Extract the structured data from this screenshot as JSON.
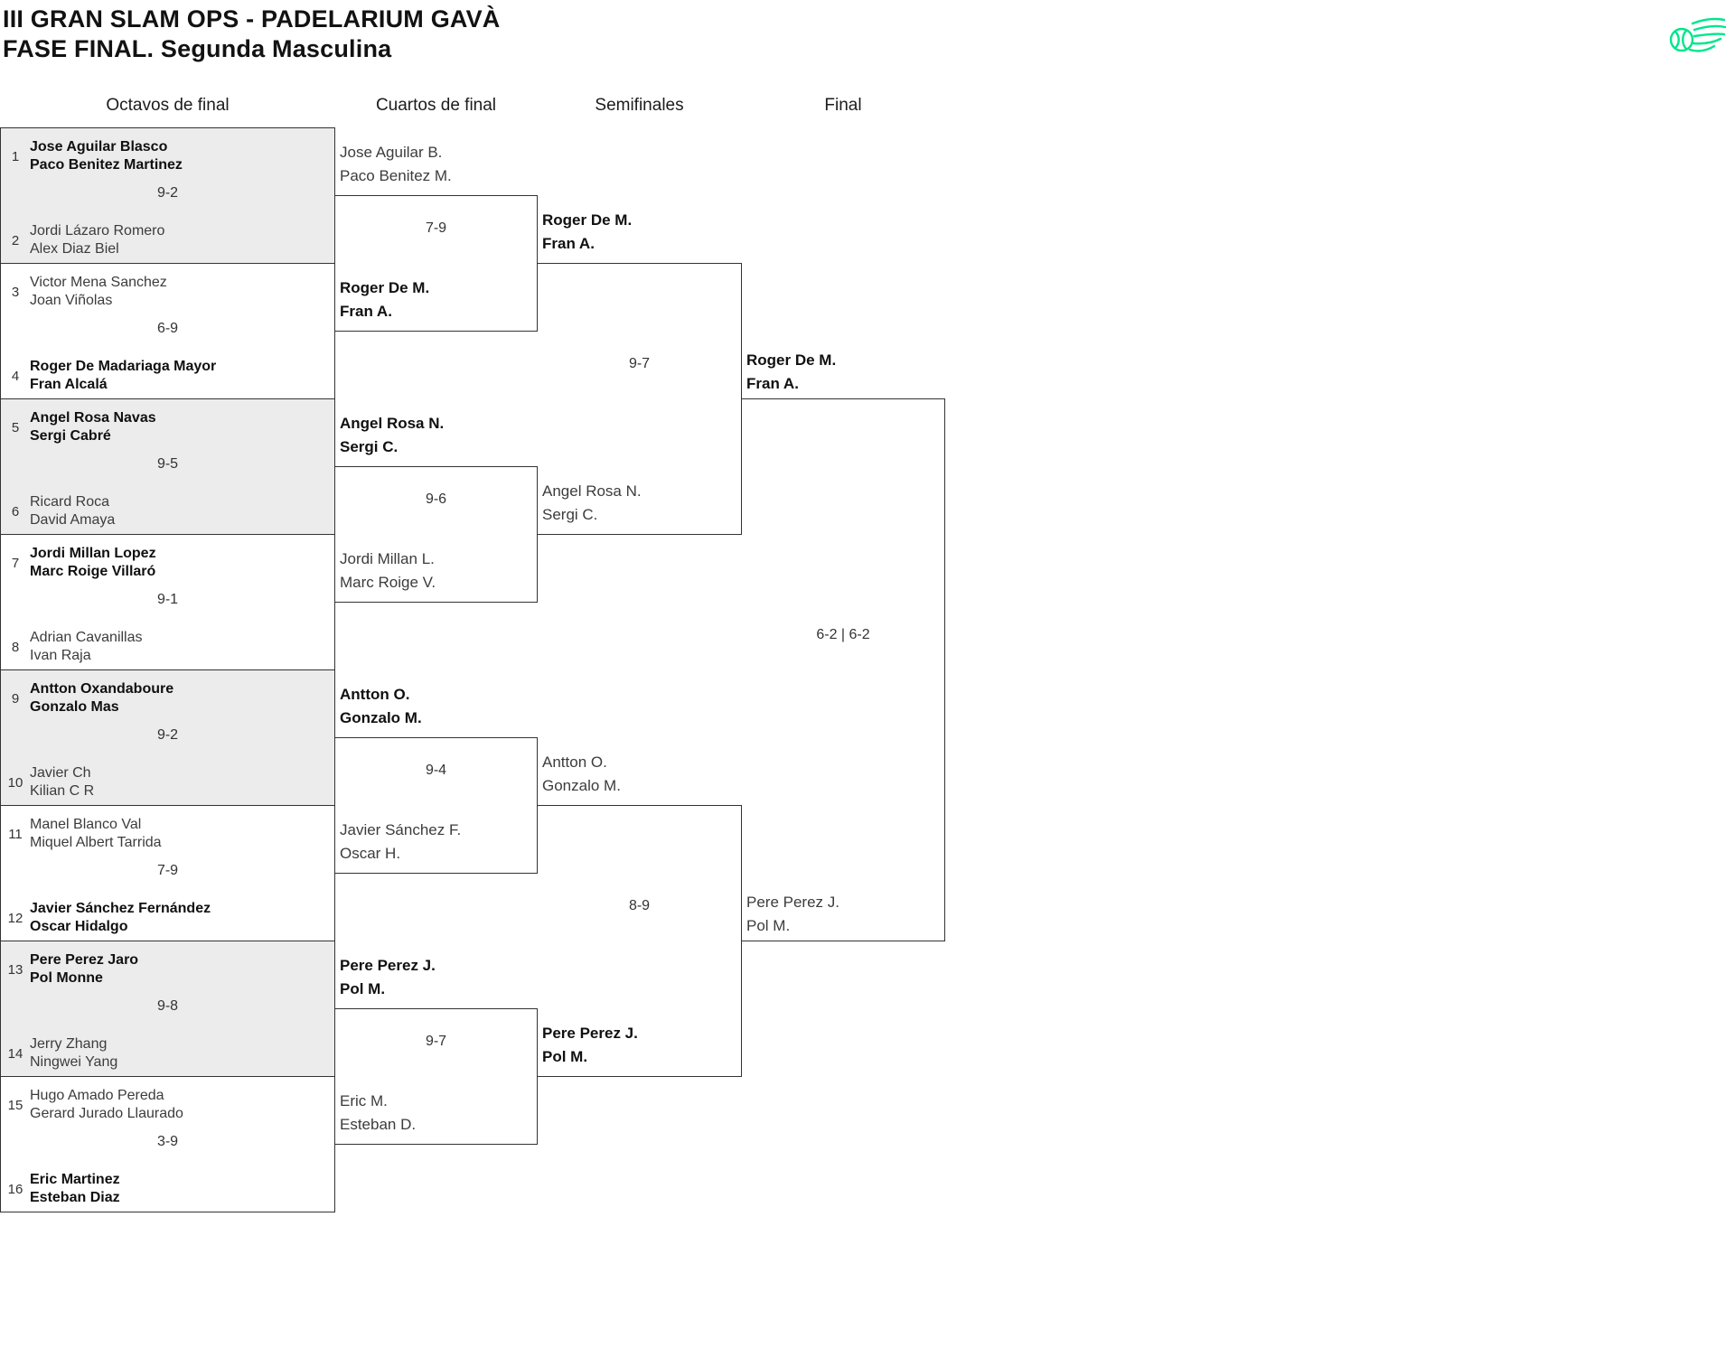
{
  "page": {
    "title": "III GRAN SLAM OPS - PADELARIUM GAVÀ",
    "subtitle": "FASE FINAL. Segunda Masculina"
  },
  "logo": {
    "label": "ball-swoosh-logo",
    "color": "#00e58b"
  },
  "colors": {
    "accent_green": "#00e58b",
    "row_shade": "#ececec",
    "line": "#333333"
  },
  "rounds": {
    "octavos_label": "Octavos de final",
    "cuartos_label": "Cuartos de final",
    "semifinales_label": "Semifinales",
    "final_label": "Final"
  },
  "bracket": {
    "octavos": [
      {
        "score": "9-2",
        "team1": {
          "seed": "1",
          "p1": "Jose Aguilar Blasco",
          "p2": "Paco Benitez Martinez",
          "winner": true
        },
        "team2": {
          "seed": "2",
          "p1": "Jordi Lázaro Romero",
          "p2": "Alex Diaz Biel",
          "winner": false
        }
      },
      {
        "score": "6-9",
        "team1": {
          "seed": "3",
          "p1": "Victor Mena Sanchez",
          "p2": "Joan Viñolas",
          "winner": false
        },
        "team2": {
          "seed": "4",
          "p1": "Roger De Madariaga Mayor",
          "p2": "Fran Alcalá",
          "winner": true
        }
      },
      {
        "score": "9-5",
        "team1": {
          "seed": "5",
          "p1": "Angel Rosa Navas",
          "p2": "Sergi Cabré",
          "winner": true
        },
        "team2": {
          "seed": "6",
          "p1": "Ricard Roca",
          "p2": "David Amaya",
          "winner": false
        }
      },
      {
        "score": "9-1",
        "team1": {
          "seed": "7",
          "p1": "Jordi Millan Lopez",
          "p2": "Marc Roige Villaró",
          "winner": true
        },
        "team2": {
          "seed": "8",
          "p1": "Adrian Cavanillas",
          "p2": "Ivan Raja",
          "winner": false
        }
      },
      {
        "score": "9-2",
        "team1": {
          "seed": "9",
          "p1": "Antton Oxandaboure",
          "p2": "Gonzalo Mas",
          "winner": true
        },
        "team2": {
          "seed": "10",
          "p1": "Javier Ch",
          "p2": "Kilian C R",
          "winner": false
        }
      },
      {
        "score": "7-9",
        "team1": {
          "seed": "11",
          "p1": "Manel Blanco Val",
          "p2": "Miquel Albert Tarrida",
          "winner": false
        },
        "team2": {
          "seed": "12",
          "p1": "Javier Sánchez Fernández",
          "p2": "Oscar Hidalgo",
          "winner": true
        }
      },
      {
        "score": "9-8",
        "team1": {
          "seed": "13",
          "p1": "Pere Perez Jaro",
          "p2": "Pol Monne",
          "winner": true
        },
        "team2": {
          "seed": "14",
          "p1": "Jerry Zhang",
          "p2": "Ningwei Yang",
          "winner": false
        }
      },
      {
        "score": "3-9",
        "team1": {
          "seed": "15",
          "p1": "Hugo Amado Pereda",
          "p2": "Gerard Jurado Llaurado",
          "winner": false
        },
        "team2": {
          "seed": "16",
          "p1": "Eric Martinez",
          "p2": "Esteban Diaz",
          "winner": true
        }
      }
    ],
    "cuartos": [
      {
        "score": "7-9",
        "upper": {
          "p1": "Jose Aguilar B.",
          "p2": "Paco Benitez M.",
          "winner": false
        },
        "lower": {
          "p1": "Roger De M.",
          "p2": "Fran A.",
          "winner": true
        }
      },
      {
        "score": "9-6",
        "upper": {
          "p1": "Angel Rosa N.",
          "p2": "Sergi C.",
          "winner": true
        },
        "lower": {
          "p1": "Jordi Millan L.",
          "p2": "Marc Roige V.",
          "winner": false
        }
      },
      {
        "score": "9-4",
        "upper": {
          "p1": "Antton O.",
          "p2": "Gonzalo M.",
          "winner": true
        },
        "lower": {
          "p1": "Javier Sánchez F.",
          "p2": "Oscar H.",
          "winner": false
        }
      },
      {
        "score": "9-7",
        "upper": {
          "p1": "Pere Perez J.",
          "p2": "Pol M.",
          "winner": true
        },
        "lower": {
          "p1": "Eric M.",
          "p2": "Esteban D.",
          "winner": false
        }
      }
    ],
    "semifinales": [
      {
        "score": "9-7",
        "upper": {
          "p1": "Roger De M.",
          "p2": "Fran A.",
          "winner": true
        },
        "lower": {
          "p1": "Angel Rosa N.",
          "p2": "Sergi C.",
          "winner": false
        }
      },
      {
        "score": "8-9",
        "upper": {
          "p1": "Antton O.",
          "p2": "Gonzalo M.",
          "winner": false
        },
        "lower": {
          "p1": "Pere Perez J.",
          "p2": "Pol M.",
          "winner": true
        }
      }
    ],
    "final": {
      "score": "6-2 | 6-2",
      "upper": {
        "p1": "Roger De M.",
        "p2": "Fran A.",
        "winner": true
      },
      "lower": {
        "p1": "Pere Perez J.",
        "p2": "Pol M.",
        "winner": false
      }
    }
  }
}
